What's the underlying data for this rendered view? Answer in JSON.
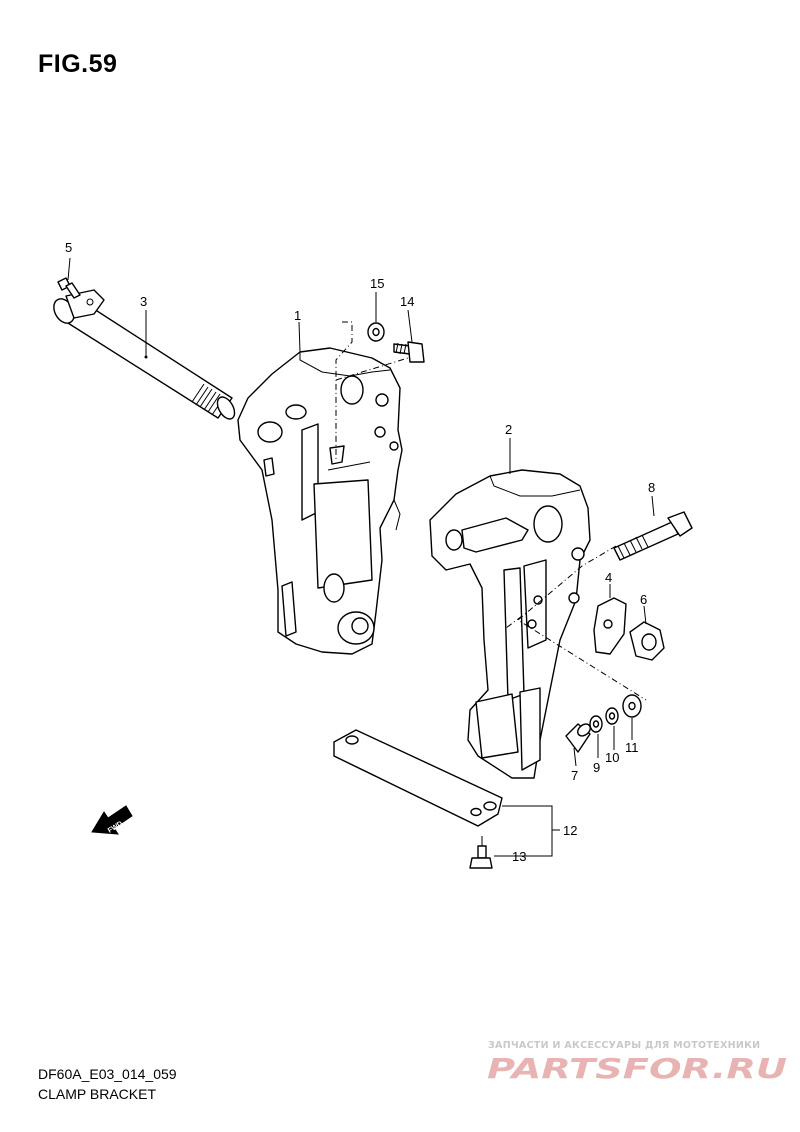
{
  "figure": {
    "title": "FIG.59",
    "code": "DF60A_E03_014_059",
    "name": "CLAMP BRACKET"
  },
  "fwd_label": "FWD",
  "callouts": [
    {
      "id": "1",
      "label": "1"
    },
    {
      "id": "2",
      "label": "2"
    },
    {
      "id": "3",
      "label": "3"
    },
    {
      "id": "4",
      "label": "4"
    },
    {
      "id": "5",
      "label": "5"
    },
    {
      "id": "6",
      "label": "6"
    },
    {
      "id": "7",
      "label": "7"
    },
    {
      "id": "8",
      "label": "8"
    },
    {
      "id": "9",
      "label": "9"
    },
    {
      "id": "10",
      "label": "10"
    },
    {
      "id": "11",
      "label": "11"
    },
    {
      "id": "12",
      "label": "12"
    },
    {
      "id": "13",
      "label": "13"
    },
    {
      "id": "14",
      "label": "14"
    },
    {
      "id": "15",
      "label": "15"
    }
  ],
  "watermark": {
    "caption": "ЗАПЧАСТИ И АКСЕССУАРЫ ДЛЯ МОТОТЕХНИКИ",
    "logo": "PARTSFOR.RU",
    "logo_color": "#e8b3b3"
  }
}
